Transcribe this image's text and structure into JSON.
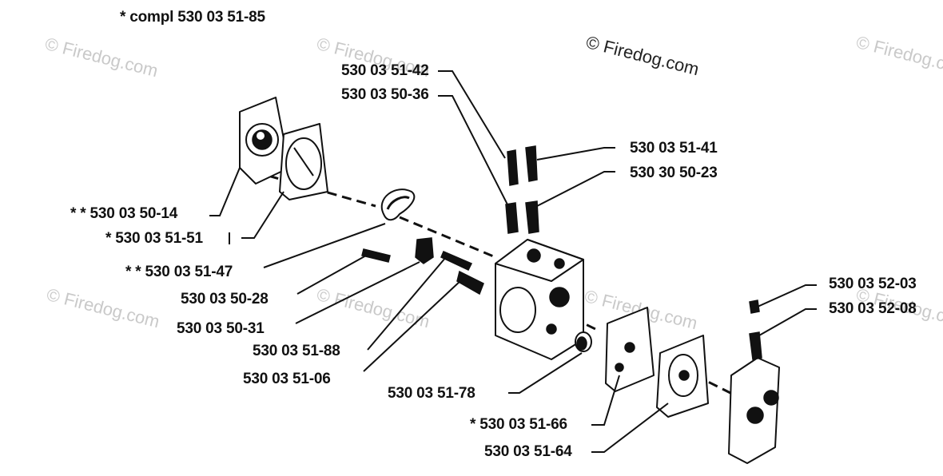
{
  "header": {
    "assembly_label": "* compl 530 03 51-85"
  },
  "watermark": {
    "text": "© Firedog.com"
  },
  "parts": [
    {
      "id": "p1",
      "label": "* * 530 03 50-14"
    },
    {
      "id": "p2",
      "label": "* 530 03 51-51"
    },
    {
      "id": "p3",
      "label": "* * 530 03 51-47"
    },
    {
      "id": "p4",
      "label": "530 03 50-28"
    },
    {
      "id": "p5",
      "label": "530 03 50-31"
    },
    {
      "id": "p6",
      "label": "530 03 51-88"
    },
    {
      "id": "p7",
      "label": "530 03 51-06"
    },
    {
      "id": "p8",
      "label": "530 03 51-42"
    },
    {
      "id": "p9",
      "label": "530 03 50-36"
    },
    {
      "id": "p10",
      "label": "530 03 51-41"
    },
    {
      "id": "p11",
      "label": "530 30 50-23"
    },
    {
      "id": "p12",
      "label": "530 03 51-78"
    },
    {
      "id": "p13",
      "label": "* 530 03 51-66"
    },
    {
      "id": "p14",
      "label": "530 03 51-64"
    },
    {
      "id": "p15",
      "label": "530 03 52-03"
    },
    {
      "id": "p16",
      "label": "530 03 52-08"
    }
  ]
}
